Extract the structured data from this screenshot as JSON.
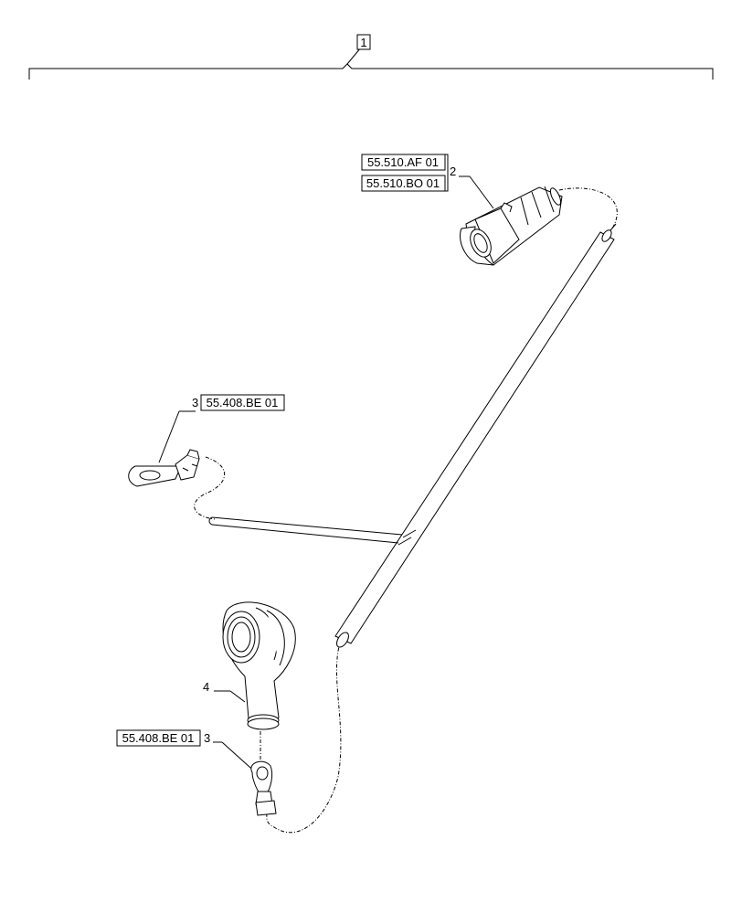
{
  "callouts": {
    "assembly": {
      "number": "1"
    },
    "item2": {
      "number": "2",
      "refs": [
        "55.510.AF 01",
        "55.510.BO 01"
      ]
    },
    "item3_upper": {
      "number": "3",
      "ref": "55.408.BE 01"
    },
    "item3_lower": {
      "number": "3",
      "ref": "55.408.BE 01"
    },
    "item4": {
      "number": "4"
    }
  }
}
